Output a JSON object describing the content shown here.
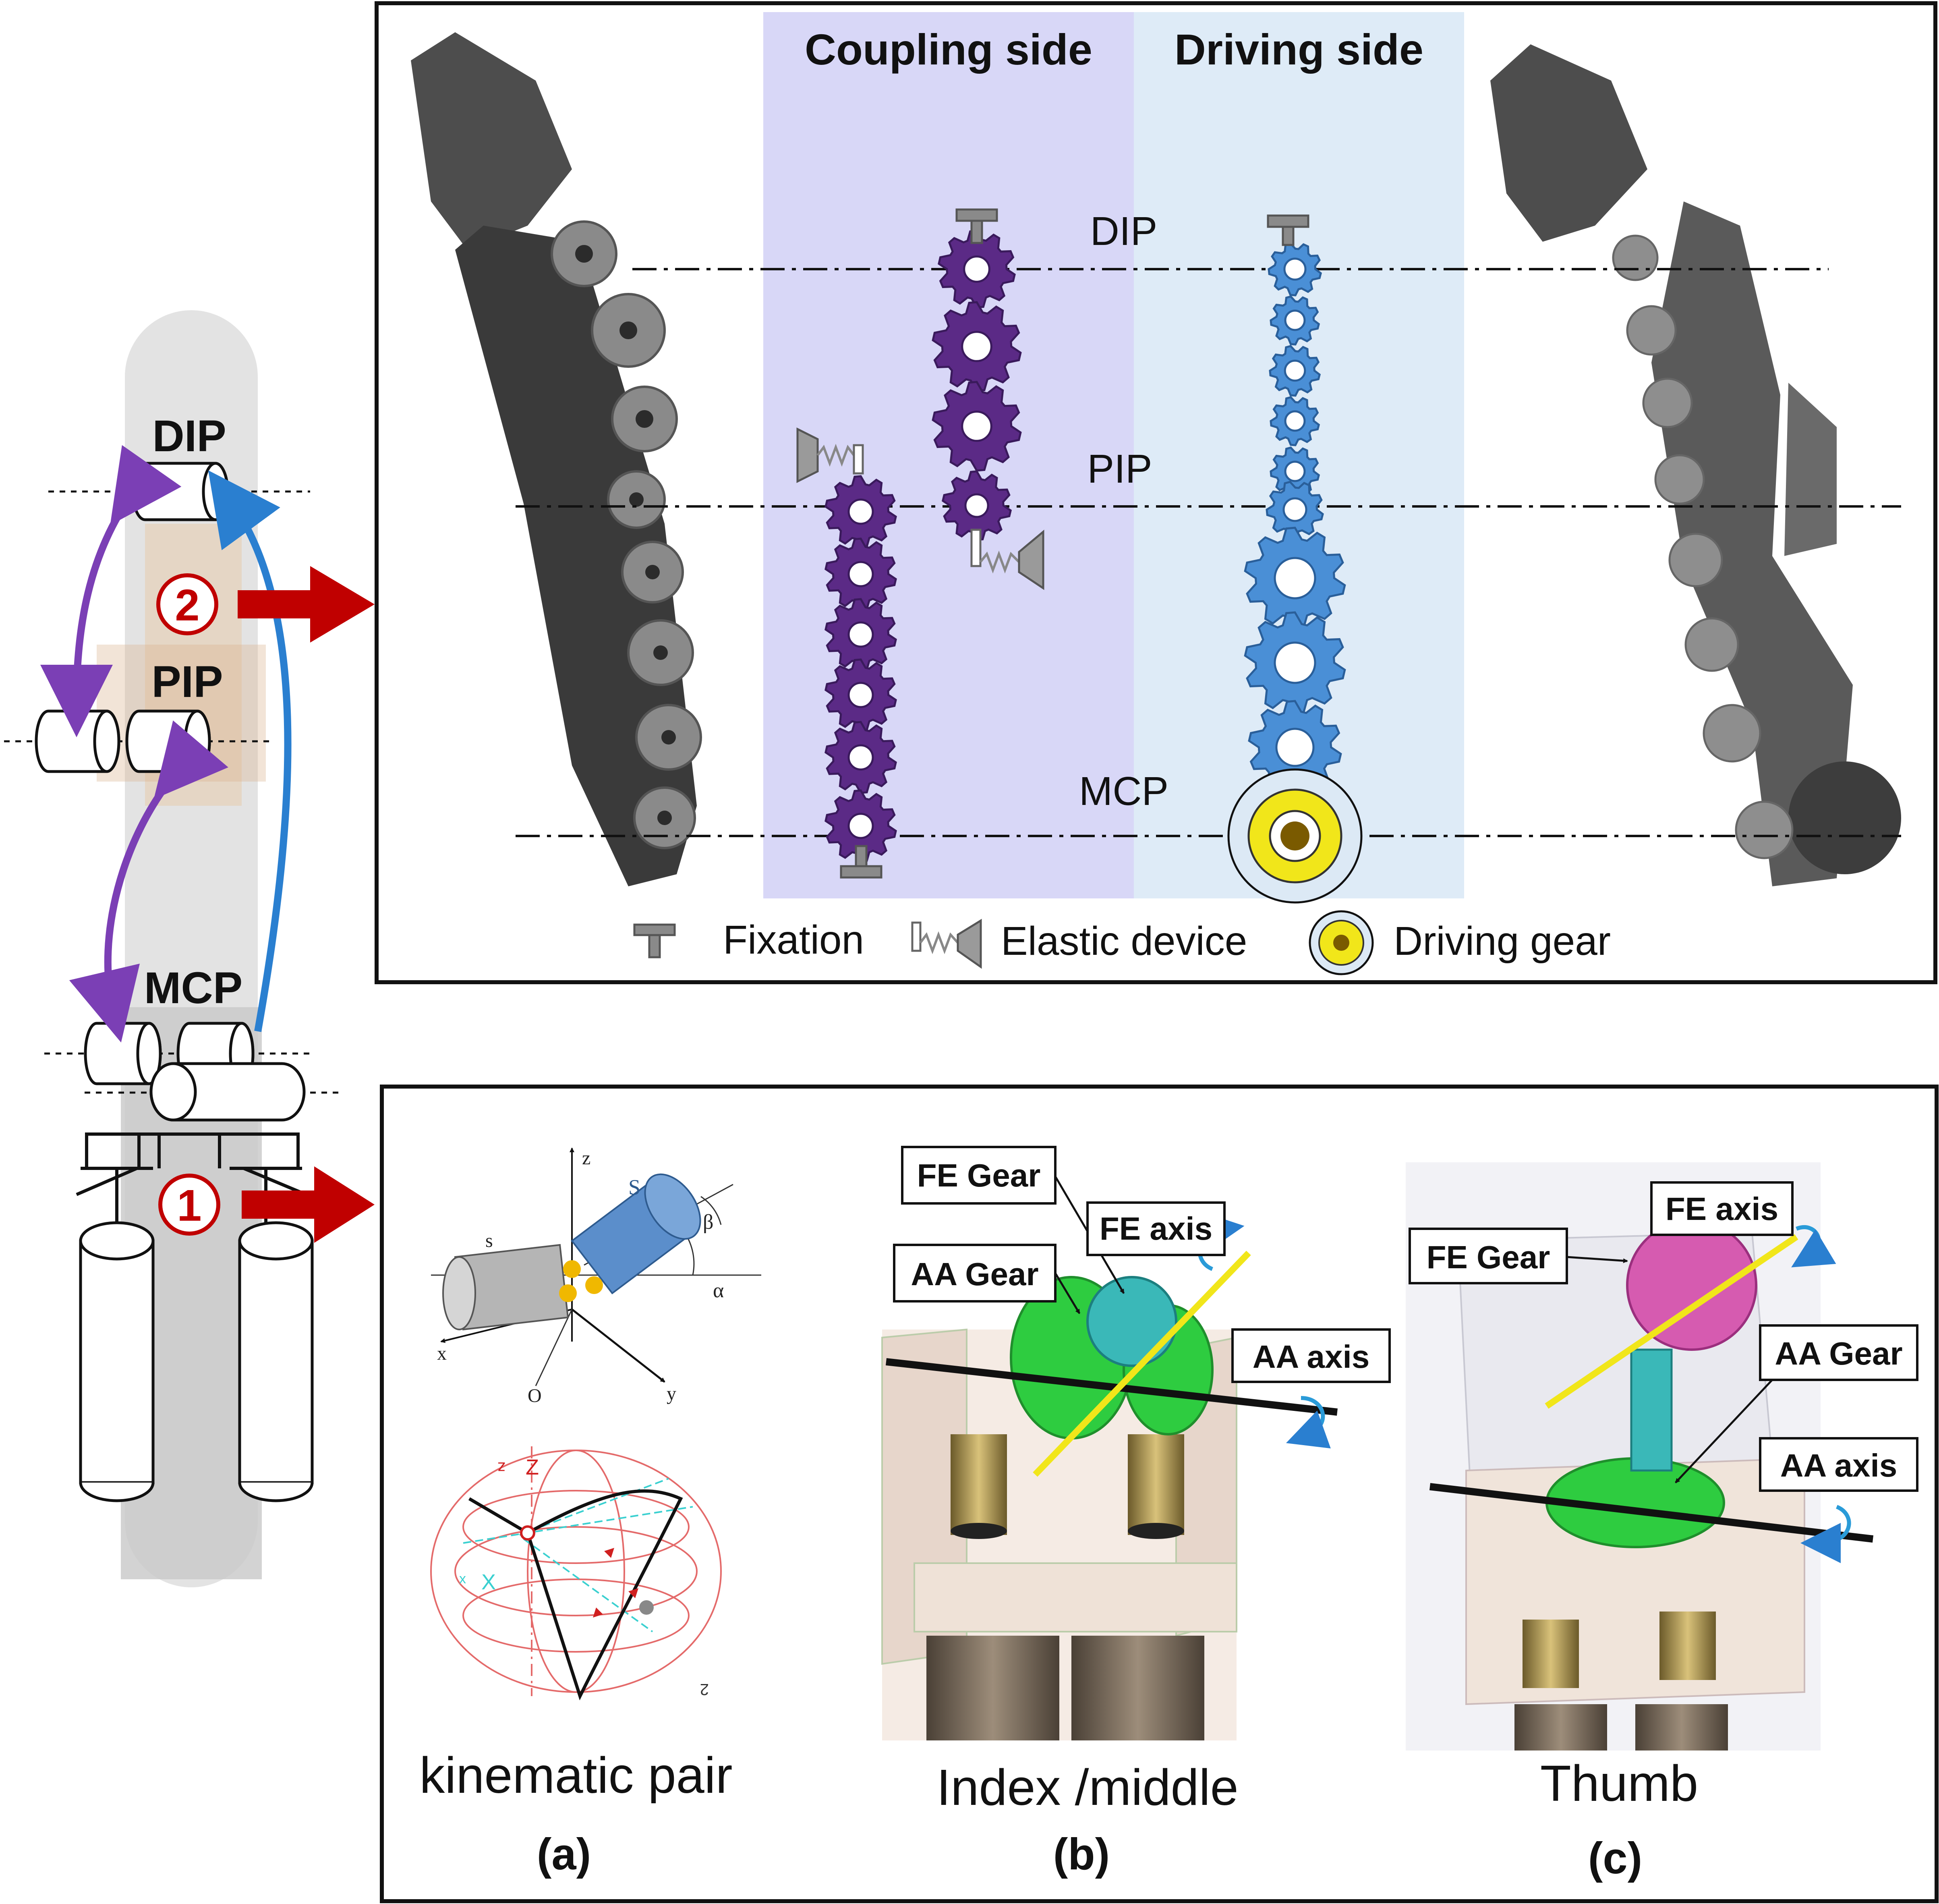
{
  "left_schematic": {
    "joint_labels": [
      "DIP",
      "PIP",
      "MCP"
    ],
    "markers": [
      "②",
      "①"
    ]
  },
  "top_panel": {
    "coupling_side": "Coupling side",
    "driving_side": "Driving side",
    "axis_labels": [
      "DIP",
      "PIP",
      "MCP"
    ],
    "legend": {
      "fixation": "Fixation",
      "elastic": "Elastic device",
      "driving_gear": "Driving gear"
    }
  },
  "bottom_panel": {
    "a": {
      "axis_z": "z",
      "axis_x": "x",
      "axis_y": "y",
      "origin": "O",
      "label_S": "S",
      "label_s": "s",
      "beta": "β",
      "alpha": "α",
      "sphere_z": "Z",
      "sphere_z_mirror": "z",
      "sphere_x": "X",
      "sphere_x_small": "x",
      "sphere_2": "2",
      "caption": "kinematic pair",
      "tag": "(a)"
    },
    "b": {
      "fe_gear": "FE Gear",
      "fe_axis": "FE axis",
      "aa_gear": "AA Gear",
      "aa_axis": "AA axis",
      "caption": "Index /middle",
      "tag": "(b)"
    },
    "c": {
      "fe_axis": "FE axis",
      "fe_gear": "FE Gear",
      "aa_gear": "AA Gear",
      "aa_axis": "AA axis",
      "caption": "Thumb",
      "tag": "(c)"
    }
  },
  "colors": {
    "purple": "#5b2a86",
    "blue": "#4a8fd6",
    "red": "#c00000",
    "coupling_bg": "#d8d7f7",
    "driving_bg": "#deebf7",
    "green": "#2ecc40",
    "yellow": "#f1e61a",
    "pink": "#d65bb0",
    "teal": "#3ab8b8"
  }
}
